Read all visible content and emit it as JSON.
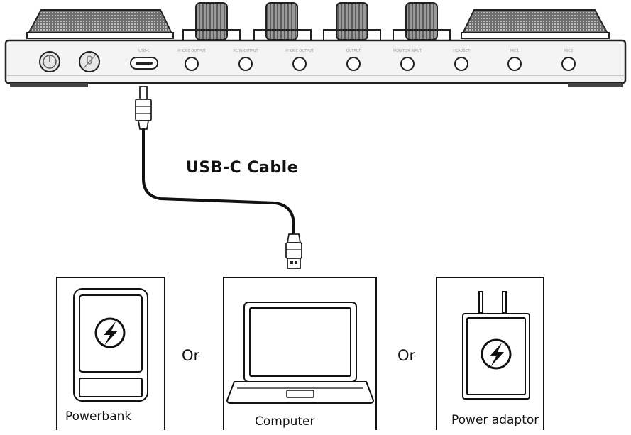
{
  "device": {
    "port_labels": [
      "USB-C",
      "PHONE OUTPUT",
      "PC/IN OUTPUT",
      "PHONE OUTPUT",
      "OUTPUT",
      "MONITOR INPUT",
      "HEADSET",
      "MIC1",
      "MIC2"
    ]
  },
  "cable": {
    "label": "USB-C Cable"
  },
  "sources": [
    {
      "label": "Powerbank",
      "icon": "lightning-bolt-icon"
    },
    {
      "label": "Computer",
      "icon": "laptop-icon"
    },
    {
      "label": "Power adaptor",
      "icon": "lightning-bolt-icon"
    }
  ],
  "separators": [
    "Or",
    "Or"
  ],
  "colors": {
    "ink": "#111111",
    "panel": "#f4f4f4",
    "knob": "#8a8a8a"
  }
}
